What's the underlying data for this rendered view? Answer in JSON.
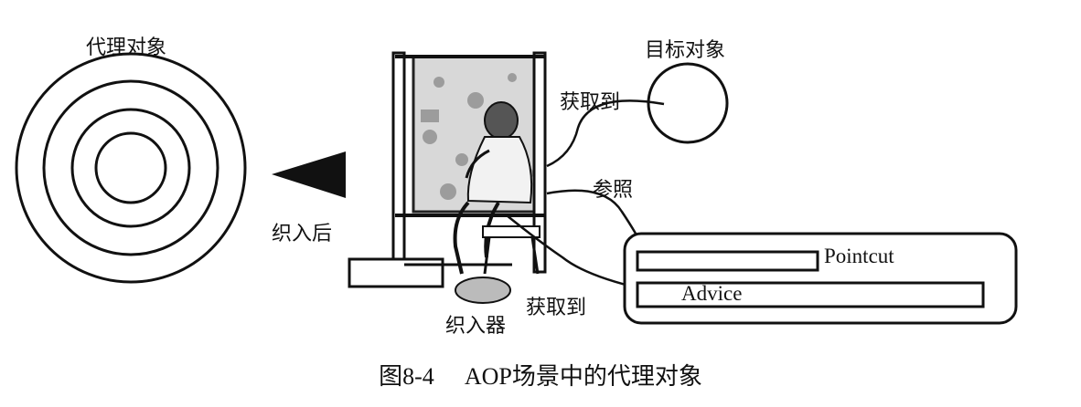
{
  "labels": {
    "proxy_object": "代理对象",
    "target_object": "目标对象",
    "obtain_top": "获取到",
    "reference": "参照",
    "after_weaving": "织入后",
    "pointcut": "Pointcut",
    "advice": "Advice",
    "obtain_bottom": "获取到",
    "weaver": "织入器"
  },
  "caption": {
    "figure_number": "图8-4",
    "title": "AOP场景中的代理对象"
  },
  "colors": {
    "ink": "#111111",
    "background": "#ffffff"
  }
}
